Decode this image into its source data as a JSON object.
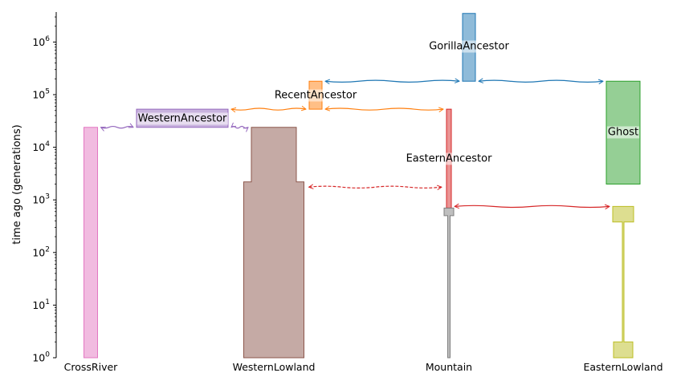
{
  "chart_data": {
    "type": "demography-diagram",
    "ylabel": "time ago (generations)",
    "yscale": "log",
    "ylim": [
      1,
      3500000
    ],
    "y_ticks": [
      {
        "base": "10",
        "exp": "0"
      },
      {
        "base": "10",
        "exp": "1"
      },
      {
        "base": "10",
        "exp": "2"
      },
      {
        "base": "10",
        "exp": "3"
      },
      {
        "base": "10",
        "exp": "4"
      },
      {
        "base": "10",
        "exp": "5"
      },
      {
        "base": "10",
        "exp": "6"
      }
    ],
    "grid": false,
    "leaf_labels": [
      "CrossRiver",
      "WesternLowland",
      "Mountain",
      "EasternLowland"
    ],
    "demes": [
      {
        "name": "GorillaAncestor",
        "color": "#1f77b4",
        "label": "GorillaAncestor",
        "epochs": [
          {
            "start": 3500000,
            "end": 180000,
            "width": 16
          }
        ]
      },
      {
        "name": "RecentAncestor",
        "color": "#ff7f0e",
        "label": "RecentAncestor",
        "epochs": [
          {
            "start": 180000,
            "end": 53000,
            "width": 16
          }
        ]
      },
      {
        "name": "WesternAncestor",
        "color": "#9467bd",
        "label": "WesternAncestor",
        "epochs": [
          {
            "start": 53000,
            "end": 24000,
            "width": 114
          }
        ]
      },
      {
        "name": "EasternAncestor",
        "color": "#d62728",
        "label": "EasternAncestor",
        "epochs": [
          {
            "start": 53000,
            "end": 700,
            "width": 6
          }
        ]
      },
      {
        "name": "Ghost",
        "color": "#2ca02c",
        "label": "Ghost",
        "epochs": [
          {
            "start": 180000,
            "end": 2000,
            "width": 42
          }
        ]
      },
      {
        "name": "CrossRiver",
        "color": "#e377c2",
        "label": "",
        "epochs": [
          {
            "start": 24000,
            "end": 1,
            "width": 17
          }
        ]
      },
      {
        "name": "WesternLowland",
        "color": "#8c564b",
        "label": "",
        "epochs": [
          {
            "start": 24000,
            "end": 2200,
            "width": 56
          },
          {
            "start": 2200,
            "end": 1,
            "width": 75
          }
        ]
      },
      {
        "name": "Mountain",
        "color": "#7f7f7f",
        "label": "",
        "epochs": [
          {
            "start": 700,
            "end": 500,
            "width": 12
          },
          {
            "start": 500,
            "end": 1,
            "width": 3
          }
        ]
      },
      {
        "name": "EasternLowland",
        "color": "#bcbd22",
        "label": "",
        "epochs": [
          {
            "start": 750,
            "end": 380,
            "width": 26
          },
          {
            "start": 380,
            "end": 2,
            "width": 2
          },
          {
            "start": 2,
            "end": 1,
            "width": 24
          }
        ]
      }
    ],
    "ancestry_links": [
      {
        "from": "GorillaAncestor",
        "to": "RecentAncestor",
        "time": 180000,
        "color": "#1f77b4"
      },
      {
        "from": "GorillaAncestor",
        "to": "Ghost",
        "time": 180000,
        "color": "#1f77b4"
      },
      {
        "from": "RecentAncestor",
        "to": "WesternAncestor",
        "time": 53000,
        "color": "#ff7f0e"
      },
      {
        "from": "RecentAncestor",
        "to": "EasternAncestor",
        "time": 53000,
        "color": "#ff7f0e"
      },
      {
        "from": "WesternAncestor",
        "to": "CrossRiver",
        "time": 24000,
        "color": "#9467bd"
      },
      {
        "from": "WesternAncestor",
        "to": "WesternLowland",
        "time": 24000,
        "color": "#9467bd"
      },
      {
        "from": "EasternAncestor",
        "to": "EasternLowland",
        "time": 750,
        "color": "#d62728"
      }
    ],
    "migrations": [
      {
        "between": [
          "WesternLowland",
          "EasternAncestor"
        ],
        "time": 1750,
        "color": "#d62728",
        "dashed": true
      }
    ]
  }
}
